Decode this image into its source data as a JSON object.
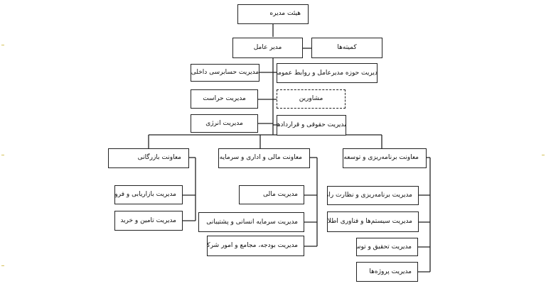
{
  "org_chart": {
    "board": "هیئت مدیره",
    "ceo": "مدیر عامل",
    "committees": "کمیته‌ها",
    "staff_units": {
      "ceo_office": "مدیریت حوزه مدیرعامل و روابط عمومی",
      "internal_audit": "مدیریت حسابرسی داخلی",
      "consultants": "مشاورین",
      "security": "مدیریت حراست",
      "legal": "مدیریت حقوقی و قراردادها",
      "energy": "مدیریت انرژی"
    },
    "deputies": {
      "planning": {
        "title": "معاونت برنامه‌ریزی و توسعه",
        "units": [
          "مدیریت برنامه‌ریزی و نظارت راهبردی",
          "مدیریت سیستم‌ها و فناوری اطلاعات",
          "مدیریت تحقیق و توسعه",
          "مدیریت پروژه‌ها"
        ]
      },
      "finance": {
        "title": "معاونت مالی و اداری و سرمایه انسانی",
        "units": [
          "مدیریت مالی",
          "مدیریت سرمایه انسانی و پشتیبانی",
          "مدیریت بودجه، مجامع و امور شرکت‌ها"
        ]
      },
      "commerce": {
        "title": "معاونت بازرگانی",
        "units": [
          "مدیریت بازاریابی و فروش",
          "مدیریت تامین و خرید"
        ]
      }
    }
  }
}
